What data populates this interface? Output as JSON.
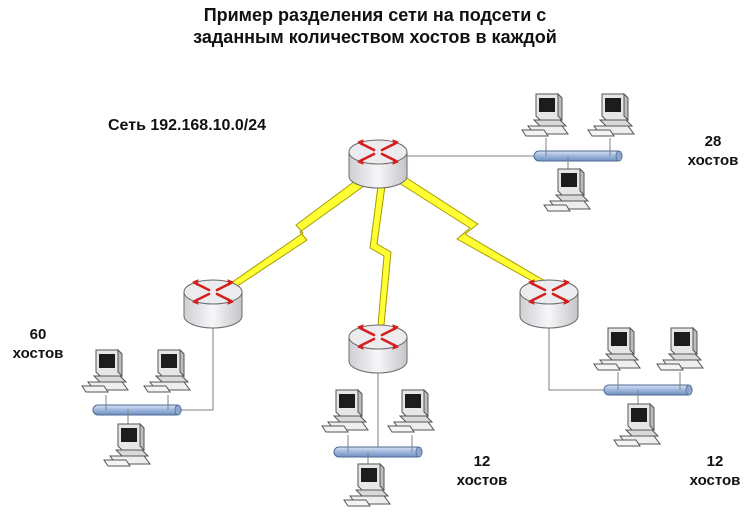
{
  "title": {
    "line1": "Пример разделения сети на подсети с",
    "line2": "заданным количеством хостов в каждой"
  },
  "network_label": "Сеть 192.168.10.0/24",
  "subnets": [
    {
      "hosts": "60",
      "unit": "хостов"
    },
    {
      "hosts": "12",
      "unit": "хостов"
    },
    {
      "hosts": "12",
      "unit": "хостов"
    },
    {
      "hosts": "28",
      "unit": "хостов"
    }
  ],
  "icons": {
    "router": "router-icon",
    "computer": "computer-icon",
    "bus": "ethernet-bus",
    "wan_link": "lightning-link"
  },
  "colors": {
    "router_body": "#e9e9ec",
    "router_arrows": "#d42020",
    "wan_link": "#ffff33",
    "bus": "#a9bfe0",
    "computer_body": "#e6e6e6",
    "line": "#808080"
  }
}
